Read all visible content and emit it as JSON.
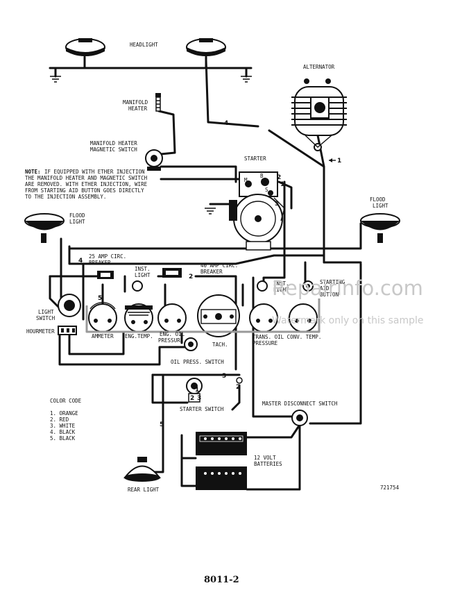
{
  "labels": {
    "headlight": "HEADLIGHT",
    "alternator": "ALTERNATOR",
    "manifold_heater_1": "MANIFOLD",
    "manifold_heater_2": "HEATER",
    "mh_switch_1": "MANIFOLD HEATER",
    "mh_switch_2": "MAGNETIC SWITCH",
    "starter": "STARTER",
    "flood_light": "FLOOD",
    "flood_light_2": "LIGHT",
    "circ25_1": "25 AMP CIRC.",
    "circ25_2": "BREAKER",
    "circ40_1": "40 AMP CIRC.",
    "circ40_2": "BREAKER",
    "inst_light_1": "INST.",
    "inst_light_2": "LIGHT",
    "starting_aid_1": "STARTING",
    "starting_aid_2": "AID",
    "starting_aid_3": "BUTTON",
    "light_switch_1": "LIGHT",
    "light_switch_2": "SWITCH",
    "hourmeter": "HOURMETER",
    "ammeter": "AMMETER",
    "eng_temp": "ENG.TEMP.",
    "eng_oil_1": "ENG. OIL",
    "eng_oil_2": "PRESSURE",
    "tach": "TACH.",
    "trans_1": "TRANS. OIL CONV. TEMP.",
    "trans_2": "PRESSURE",
    "oil_press_switch": "OIL PRESS. SWITCH",
    "starter_switch": "STARTER SWITCH",
    "master_disconnect": "MASTER DISCONNECT SWITCH",
    "batteries_1": "12 VOLT",
    "batteries_2": "BATTERIES",
    "rear_light": "REAR LIGHT",
    "figure_number": "721754",
    "page_number": "8011-2",
    "starter_b": "B",
    "starter_m": "M",
    "starter_s": "S"
  },
  "note": {
    "heading": "NOTE:",
    "line1": "IF EQUIPPED WITH ETHER INJECTION",
    "line2": "THE MANIFOLD HEATER AND MAGNETIC SWITCH",
    "line3": "ARE REMOVED. WITH ETHER INJECTION, WIRE",
    "line4": "FROM STARTING AID BUTTON GOES DIRECTLY",
    "line5": "TO THE INJECTION ASSEMBLY."
  },
  "color_code": {
    "title": "COLOR CODE",
    "items": [
      "1.  ORANGE",
      "2.  RED",
      "3.  WHITE",
      "4.  BLACK",
      "5.  BLACK"
    ]
  },
  "wire_numbers": {
    "w4_top": "4",
    "w1_alt": "1",
    "w2_starter": "2",
    "w1_starter": "1",
    "w3_starter": "3",
    "w4_circ": "4",
    "w2_circ": "2",
    "w5_ammeter": "5",
    "w3_starter_sw": "3",
    "w2_starter_sw": "2",
    "w5_rear": "5",
    "ss_1": "1",
    "ss_2": "2",
    "ss_3": "3"
  },
  "watermark": {
    "main": "Repairinfo.com",
    "sub": "Watermark only on this sample"
  }
}
